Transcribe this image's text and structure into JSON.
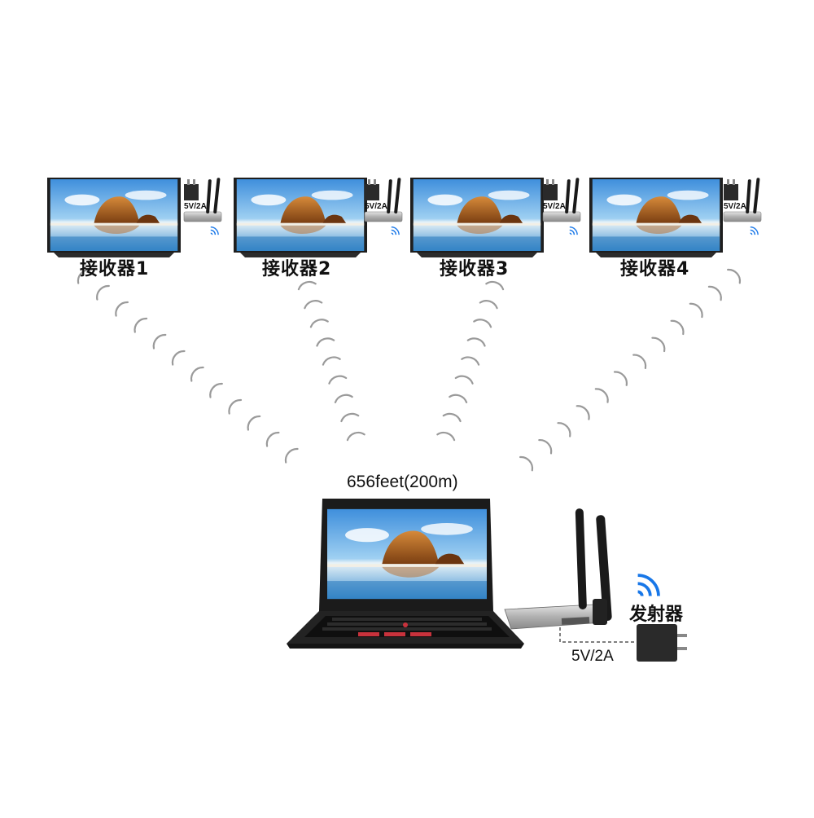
{
  "receivers": [
    {
      "label": "接收器1",
      "power": "5V/2A"
    },
    {
      "label": "接收器2",
      "power": "5V/2A"
    },
    {
      "label": "接收器3",
      "power": "5V/2A"
    },
    {
      "label": "接收器4",
      "power": "5V/2A"
    }
  ],
  "distance": "656feet(200m)",
  "transmitter": {
    "label": "发射器",
    "power": "5V/2A"
  },
  "colors": {
    "wifi": "#1877e8",
    "waves": "#9a9a9a",
    "device_dark": "#222222"
  },
  "icons": [
    "tv-icon",
    "power-adapter-icon",
    "antenna-icon",
    "wifi-icon",
    "laptop-icon",
    "transmitter-icon"
  ]
}
